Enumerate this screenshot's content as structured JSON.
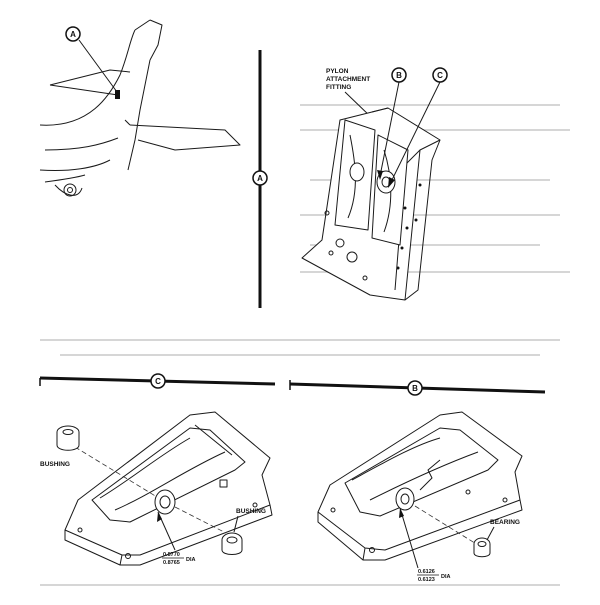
{
  "callouts": {
    "a_view": "A",
    "b_view": "B",
    "c_view": "C"
  },
  "labels": {
    "pylon_line1": "PYLON",
    "pylon_line2": "ATTACHMENT",
    "pylon_line3": "FITTING",
    "bushing_left": "BUSHING",
    "bushing_right": "BUSHING",
    "bearing": "BEARING"
  },
  "dimensions": {
    "c_top": "0.8770",
    "c_bottom": "0.8765",
    "c_unit": "DIA",
    "b_top": "0.6126",
    "b_bottom": "0.6123",
    "b_unit": "DIA"
  }
}
